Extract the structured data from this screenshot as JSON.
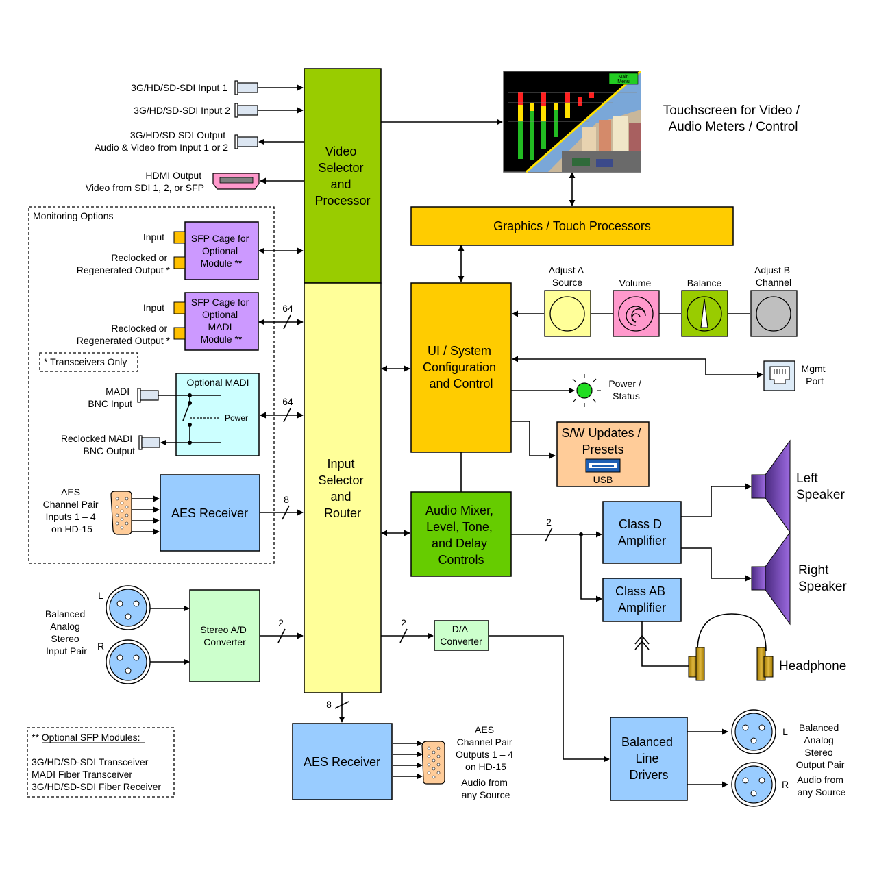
{
  "blocks": {
    "video_selector": [
      "Video",
      "Selector",
      "and",
      "Processor"
    ],
    "input_selector": [
      "Input",
      "Selector",
      "and",
      "Router"
    ],
    "graphics": "Graphics / Touch Processors",
    "ui_system": [
      "UI / System",
      "Configuration",
      "and Control"
    ],
    "audio_mixer": [
      "Audio Mixer,",
      "Level, Tone,",
      "and Delay",
      "Controls"
    ],
    "sw_updates": [
      "S/W Updates /",
      "Presets"
    ],
    "usb": "USB",
    "class_d": [
      "Class D",
      "Amplifier"
    ],
    "class_ab": [
      "Class AB",
      "Amplifier"
    ],
    "aes_receiver_in": "AES Receiver",
    "aes_receiver_out": "AES Receiver",
    "stereo_ad": [
      "Stereo A/D",
      "Converter"
    ],
    "da": [
      "D/A",
      "Converter"
    ],
    "balanced_drivers": [
      "Balanced",
      "Line",
      "Drivers"
    ],
    "sfp1": [
      "SFP Cage for",
      "Optional",
      "Module **"
    ],
    "sfp2": [
      "SFP Cage for",
      "Optional",
      "MADI",
      "Module **"
    ],
    "optional_madi": "Optional MADI",
    "madi_power": "Power"
  },
  "labels": {
    "sdi_in1": "3G/HD/SD-SDI Input 1",
    "sdi_in2": "3G/HD/SD-SDI Input 2",
    "sdi_out": [
      "3G/HD/SD SDI Output",
      "Audio & Video from Input 1 or 2"
    ],
    "hdmi_out": [
      "HDMI Output",
      "Video from SDI 1, 2, or SFP"
    ],
    "monitoring_options": "Monitoring Options",
    "sfp1_input": "Input",
    "sfp1_output": [
      "Reclocked or",
      "Regenerated Output *"
    ],
    "sfp2_input": "Input",
    "sfp2_output": [
      "Reclocked or",
      "Regenerated Output *"
    ],
    "transceivers_only": "* Transceivers Only",
    "madi_in": [
      "MADI",
      "BNC Input"
    ],
    "madi_out": [
      "Reclocked MADI",
      "BNC Output"
    ],
    "aes_in": [
      "AES",
      "Channel Pair",
      "Inputs 1 – 4",
      "on HD-15"
    ],
    "analog_in": [
      "Balanced",
      "Analog",
      "Stereo",
      "Input Pair"
    ],
    "analog_l": "L",
    "analog_r": "R",
    "optional_sfp_title": "** Optional SFP Modules:",
    "optional_sfp_list": [
      "3G/HD/SD-SDI Transceiver",
      "MADI Fiber Transceiver",
      "3G/HD/SD-SDI Fiber Receiver"
    ],
    "aes_out": [
      "AES",
      "Channel Pair",
      "Outputs 1 – 4",
      "on HD-15"
    ],
    "aes_out_src": [
      "Audio from",
      "any Source"
    ],
    "touchscreen": [
      "Touchscreen for Video /",
      "Audio Meters / Control"
    ],
    "touch_tag": [
      "Main",
      "Menu"
    ],
    "adjust_a": [
      "Adjust A",
      "Source"
    ],
    "volume": "Volume",
    "balance": "Balance",
    "adjust_b": [
      "Adjust B",
      "Channel"
    ],
    "mgmt": [
      "Mgmt",
      "Port"
    ],
    "power_status": [
      "Power /",
      "Status"
    ],
    "left_speaker": [
      "Left",
      "Speaker"
    ],
    "right_speaker": [
      "Right",
      "Speaker"
    ],
    "headphone": "Headphone",
    "bal_out": [
      "Balanced",
      "Analog",
      "Stereo",
      "Output Pair"
    ],
    "bal_out_src": [
      "Audio from",
      "any Source"
    ],
    "bal_out_l": "L",
    "bal_out_r": "R"
  },
  "bus_widths": {
    "sfp2": "64",
    "madi": "64",
    "aes_in": "8",
    "ad": "2",
    "da": "2",
    "mixer_out": "2",
    "aes_out": "8"
  },
  "colors": {
    "green": "#99CC00",
    "yellow": "#FFFF99",
    "orange": "#FFCC00",
    "purple": "#CC99FF",
    "blue": "#99CCFF",
    "light_green": "#CCFFCC",
    "cyan": "#CCFFFF",
    "peach": "#FFCC99",
    "mixer_green": "#66CC00"
  }
}
